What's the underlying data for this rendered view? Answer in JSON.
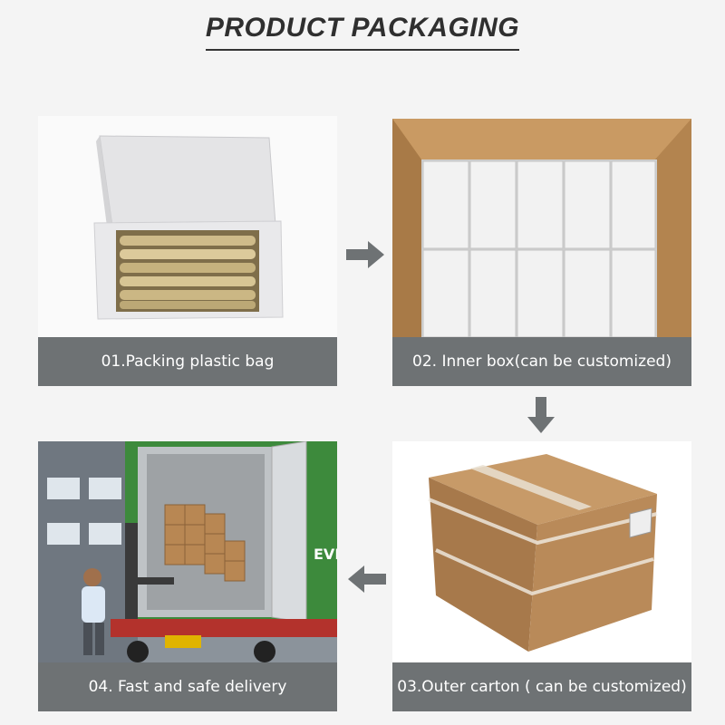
{
  "header": {
    "title": "PRODUCT PACKAGING"
  },
  "steps": [
    {
      "caption": "01.Packing plastic bag"
    },
    {
      "caption": "02. Inner box(can be customized)"
    },
    {
      "caption": "03.Outer carton ( can be customized)"
    },
    {
      "caption": "04.  Fast and safe delivery"
    }
  ],
  "container_text": "EVERG",
  "colors": {
    "caption_bg": "#6e7274",
    "arrow": "#6e7274",
    "background": "#f4f4f4"
  }
}
